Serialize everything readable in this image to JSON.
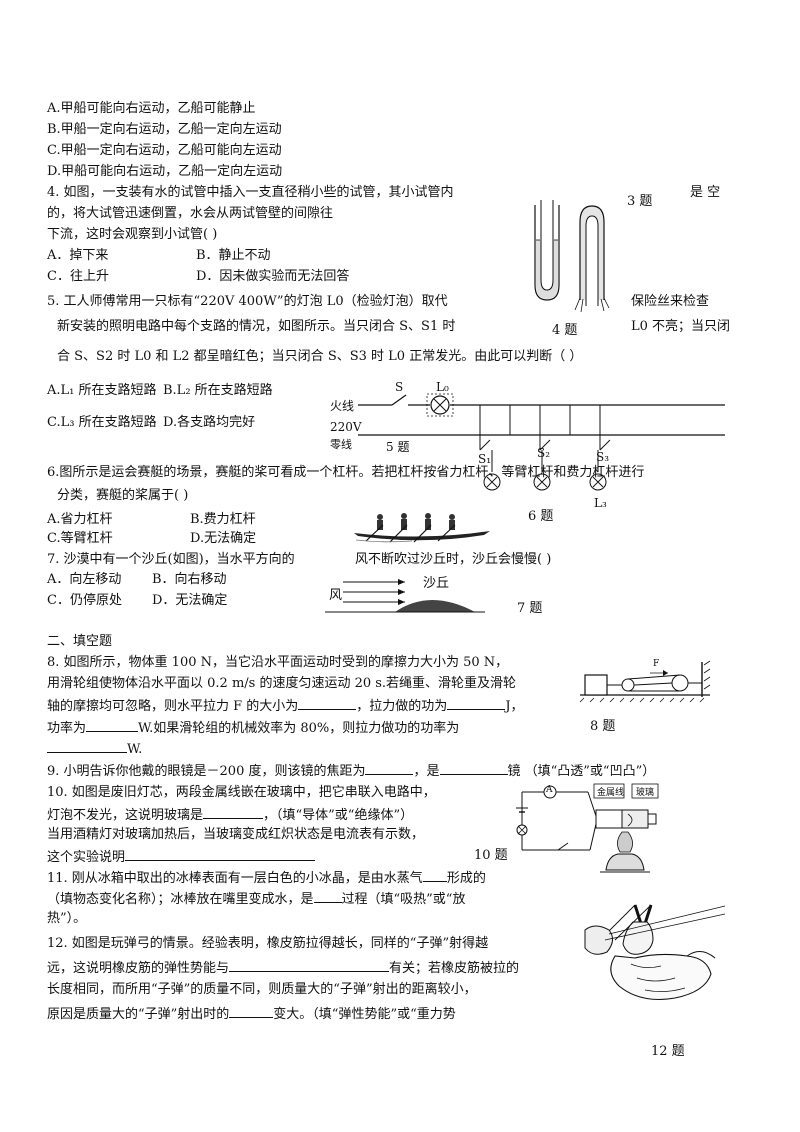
{
  "q3": {
    "a": "A.甲船可能向右运动，乙船可能静止",
    "b": "B.甲船一定向右运动，乙船一定向左运动",
    "c": "C.甲船一定向右运动，乙船可能向左运动",
    "d": "D.甲船可能向右运动，乙船一定向左运动",
    "fig_label": "3 题"
  },
  "q4": {
    "line1": "4. 如图，一支装有水的试管中插入一支直径稍小些的试管，其小试管内",
    "line1_right": "是 空",
    "line2": "的，将大试管迅速倒置，水会从两试管壁的间隙往",
    "line3": "下流，这时会观察到小试管(          )",
    "a": "A．掉下来",
    "b": "B．静止不动",
    "c": "C．往上升",
    "d": "D．因未做实验而无法回答",
    "fig_label": "4 题"
  },
  "q5": {
    "line1": "5. 工人师傅常用一只标有“220V 400W”的灯泡 L0（检验灯泡）取代",
    "line1_right": "保险丝来检查",
    "line2": "新安装的照明电路中每个支路的情况，如图所示。当只闭合 S、S1 时",
    "line2_right": "L0 不亮；当只闭",
    "line3": "合 S、S2 时 L0 和 L2 都呈暗红色；当只闭合 S、S3 时 L0 正常发光。由此可以判断（          ）",
    "a": "A.L₁ 所在支路短路",
    "b": "B.L₂ 所在支路短路",
    "c": "C.L₃ 所在支路短路",
    "d": "D.各支路均完好",
    "fig": {
      "fire": "火线",
      "v": "220V",
      "neutral": "零线",
      "s": "S",
      "l0": "L₀",
      "s1": "S₁",
      "s2": "S₂",
      "s3": "S₃",
      "l3": "L₃",
      "label": "5 题"
    }
  },
  "q6": {
    "line1": "6.图所示是运会赛艇的场景，赛艇的桨可看成一个杠杆。若把杠杆按省力杠杆、等臂杠杆和费力杠杆进行",
    "line2": "分类，赛艇的桨属于(          )",
    "a": "A.省力杠杆",
    "b": "B.费力杠杆",
    "c": "C.等臂杠杆",
    "d": "D.无法确定",
    "fig_label": "6 题"
  },
  "q7": {
    "line1a": "7. 沙漠中有一个沙丘(如图)，当水平方向的",
    "line1b": "风不断吹过沙丘时，沙丘会慢慢(          )",
    "a": "A．向左移动",
    "b": "B．向右移动",
    "c": "C．仍停原处",
    "d": "D．无法确定",
    "fig": {
      "wind": "风",
      "dune": "沙丘",
      "label": "7 题"
    }
  },
  "section2": "二、填空题",
  "q8": {
    "line1": "8. 如图所示，物体重 100 N，当它沿水平面运动时受到的摩擦力大小为 50 N，",
    "line2": "用滑轮组使物体沿水平面以 0.2 m/s 的速度匀速运动 20 s.若绳重、滑轮重及滑轮",
    "line3a": "轴的摩擦均可忽略，则水平拉力 F 的大小为",
    "line3b": "，拉力做的功为",
    "line3c": "J，",
    "line4a": "功率为",
    "line4b": "W.如果滑轮组的机械效率为 80%，则拉力做功的功率为",
    "line5": "W.",
    "fig_f": "F",
    "fig_label": "8 题"
  },
  "q9": {
    "a": "9. 小明告诉你他戴的眼镜是－200 度，则该镜的焦距为",
    "b": "，是",
    "c": "镜 （填“凸透”或“凹凸”）"
  },
  "q10": {
    "line1": "10. 如图是废旧灯芯，两段金属线嵌在玻璃中，把它串联入电路中，",
    "line2a": "灯泡不发光，这说明玻璃是",
    "line2b": "，（填“导体”或“绝缘体”）",
    "line3": "当用酒精灯对玻璃加热后，当玻璃变成红炽状态是电流表有示数，",
    "line4": "这个实验说明",
    "fig": {
      "metal": "金属线",
      "glass": "玻璃",
      "label": "10 题",
      "ammeter": "A"
    }
  },
  "q11": {
    "line1a": "11. 刚从冰箱中取出的冰棒表面有一层白色的小冰晶，是由水蒸气",
    "line1b": "形成的",
    "line2a": "（填物态变化名称）；冰棒放在嘴里变成水，是",
    "line2b": "过程（填“吸热”或“放",
    "line3": "热”）。"
  },
  "q12": {
    "line1": "12. 如图是玩弹弓的情景。经验表明，橡皮筋拉得越长，同样的“子弹”射得越",
    "line2a": "远，这说明橡皮筋的弹性势能与",
    "line2b": "有关；若橡皮筋被拉的",
    "line3": "长度相同，而所用“子弹”的质量不同，则质量大的“子弹”射出的距离较小，",
    "line4a": "原因是质量大的“子弹”射出时的",
    "line4b": "变大。（填“弹性势能”或“重力势",
    "fig_label": "12 题"
  }
}
